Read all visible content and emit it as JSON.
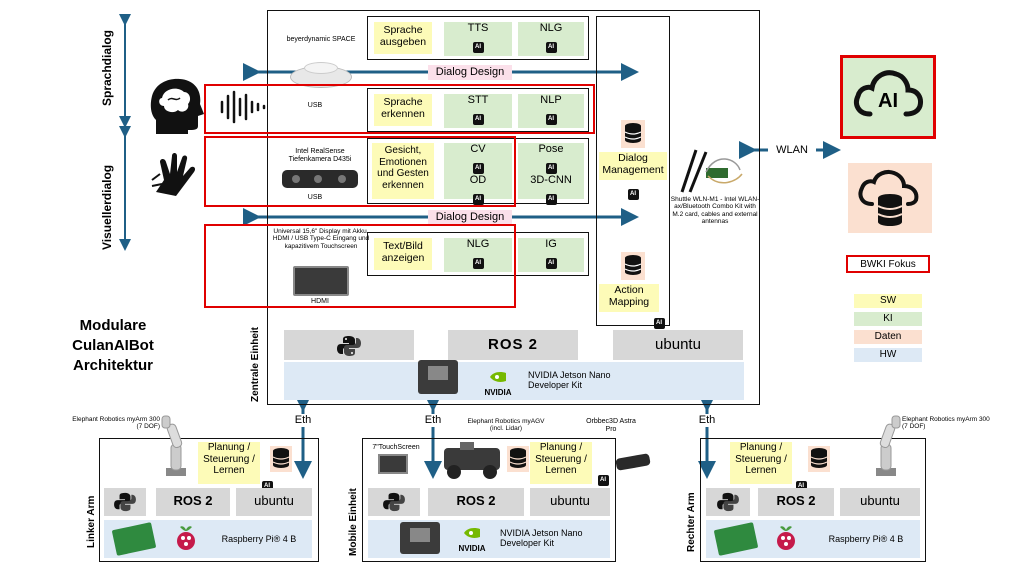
{
  "dialog": {
    "sprachdialog": "Sprachdialog",
    "visuellerdialog": "Visuellerdialog",
    "dialog_design": "Dialog Design"
  },
  "devices": {
    "mic_name": "beyerdynamic SPACE",
    "mic_conn": "USB",
    "cam_name": "Intel RealSense Tiefenkamera D435i",
    "cam_conn": "USB",
    "display_name": "Universal 15,6\" Display mit Akku, HDMI / USB Type-C Eingang und kapazitivem Touchscreen",
    "display_conn": "HDMI",
    "wlan_card": "Shuttle WLN-M1 - Intel WLAN-ax/Bluetooth Combo Kit with M.2 card, cables and external antennas"
  },
  "modules": {
    "sprache_ausgeben": "Sprache ausgeben",
    "tts": "TTS",
    "nlg1": "NLG",
    "sprache_erkennen": "Sprache erkennen",
    "stt": "STT",
    "nlp": "NLP",
    "gesicht": "Gesicht, Emotionen und Gesten erkennen",
    "cv": "CV",
    "pose": "Pose",
    "od": "OD",
    "cnn": "3D-CNN",
    "textbild": "Text/Bild anzeigen",
    "nlg2": "NLG",
    "ig": "IG",
    "dialog_mgmt": "Dialog Management",
    "action_mapping": "Action Mapping",
    "ai_chip": "AI"
  },
  "central": {
    "label": "Zentrale Einheit",
    "ros": "ROS 2",
    "ubuntu": "ubuntu",
    "jetson": "NVIDIA Jetson Nano Developer Kit",
    "nvidia": "NVIDIA"
  },
  "title": {
    "line1": "Modulare",
    "line2": "CulanAIBot",
    "line3": "Architektur"
  },
  "cloud": {
    "ai": "AI",
    "wlan": "WLAN",
    "bwki": "BWKI Fokus"
  },
  "legend": {
    "sw": "SW",
    "ki": "KI",
    "daten": "Daten",
    "hw": "HW"
  },
  "left_arm": {
    "label": "Linker Arm",
    "robot": "Elephant Robotics myArm 300 (7 DOF)",
    "planning": "Planung / Steuerung / Lernen",
    "ros": "ROS 2",
    "ubuntu": "ubuntu",
    "board": "Raspberry Pi® 4 B",
    "eth": "Eth"
  },
  "mobile": {
    "label": "Mobile Einheit",
    "touch": "7\"TouchScreen",
    "agv": "Elephant Robotics myAGV (incl. Lidar)",
    "astra": "Orbbec3D Astra Pro",
    "planning": "Planung / Steuerung / Lernen",
    "ros": "ROS 2",
    "ubuntu": "ubuntu",
    "jetson": "NVIDIA Jetson Nano Developer Kit",
    "nvidia": "NVIDIA",
    "eth": "Eth"
  },
  "right_arm": {
    "label": "Rechter Arm",
    "robot": "Elephant Robotics myArm 300 (7 DOF)",
    "planning": "Planung / Steuerung / Lernen",
    "ros": "ROS 2",
    "ubuntu": "ubuntu",
    "board": "Raspberry Pi® 4 B",
    "eth": "Eth"
  },
  "colors": {
    "sw": "#fdfbb8",
    "ki": "#d8ecce",
    "daten": "#fbe0d0",
    "hw": "#dde9f5",
    "arrow": "#1f5f86",
    "highlight": "#e00000"
  }
}
